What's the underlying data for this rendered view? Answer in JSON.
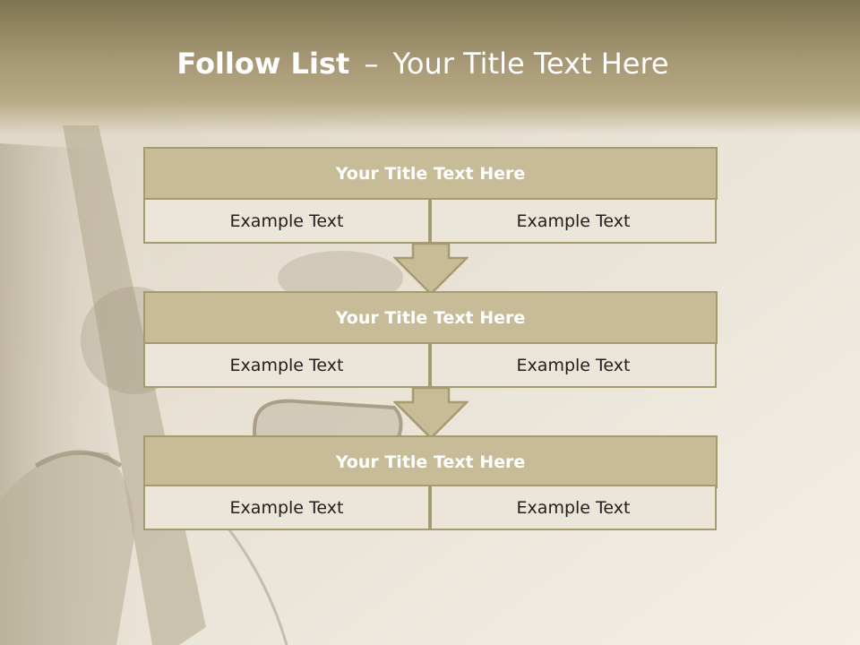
{
  "slide": {
    "title_bold": "Follow List",
    "title_sep": "–",
    "title_rest": "Your Title Text Here"
  },
  "blocks": [
    {
      "title": "Your Title Text Here",
      "left": "Example Text",
      "right": "Example Text"
    },
    {
      "title": "Your Title Text Here",
      "left": "Example Text",
      "right": "Example Text"
    },
    {
      "title": "Your Title Text Here",
      "left": "Example Text",
      "right": "Example Text"
    }
  ],
  "colors": {
    "header_band": "#a69874",
    "box_fill": "#c8bc98",
    "box_border": "#a69a6f",
    "cell_fill": "#ebe5da",
    "arrow_fill": "#c8bc98"
  }
}
